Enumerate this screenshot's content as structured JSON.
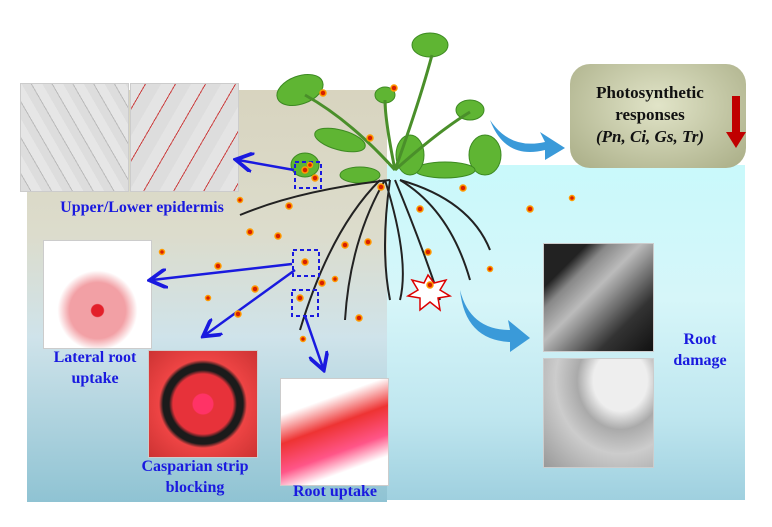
{
  "photosynthesis": {
    "title_line1": "Photosynthetic",
    "title_line2": "responses",
    "params": "(Pn, Ci,  Gs, Tr)",
    "indicator": "decrease-arrow",
    "indicator_color": "#c00000"
  },
  "labels": {
    "epidermis": "Upper/Lower epidermis",
    "lateral_root_1": "Lateral root",
    "lateral_root_2": "uptake",
    "casparian_1": "Casparian strip",
    "casparian_2": "blocking",
    "root_uptake": "Root uptake",
    "root_damage_1": "Root",
    "root_damage_2": "damage"
  },
  "colors": {
    "label_blue": "#1a1adf",
    "particle_red": "#d62000",
    "arrow_blue": "#1a1adf",
    "curve_arrow": "#3a9ad9"
  }
}
